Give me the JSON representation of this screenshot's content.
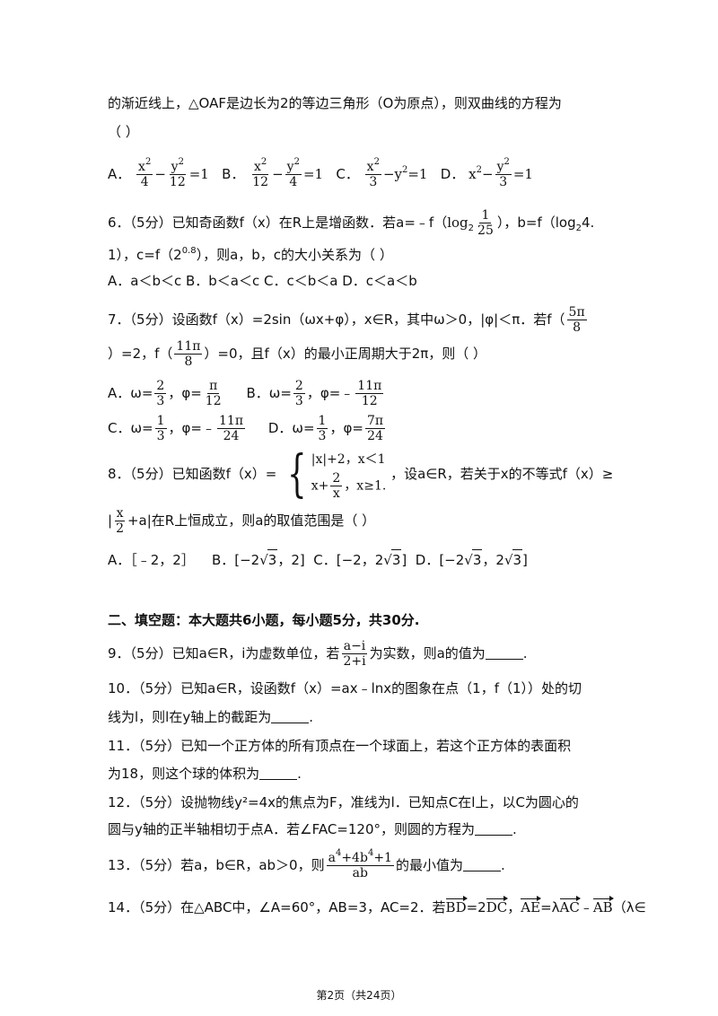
{
  "q5": {
    "cont": "的渐近线上，△OAF是边长为2的等边三角形（O为原点），则双曲线的方程为",
    "paren": "（        ）",
    "a": "A．",
    "b": "B．",
    "c": "C．",
    "d": "D．"
  },
  "q6": {
    "l1_pre": "6．（5分）已知奇函数f（x）在R上是增函数．若a=﹣f（",
    "l1_log": "log",
    "l1_sub": "2",
    "l1_mid": "），b=f（log",
    "l1_sub2": "2",
    "l1_end": "4.",
    "l2_pre": "1），c=f（2",
    "l2_sup": "0.8",
    "l2_end": "），则a，b，c的大小关系为（        ）",
    "options": "A．a＜b＜c B．b＜a＜c C．c＜b＜a D．c＜a＜b"
  },
  "q7": {
    "l1": "7．（5分）设函数f（x）=2sin（ωx+φ），x∈R，其中ω＞0，|φ|＜π．若f（",
    "l2_pre": "）=2，f（",
    "l2_end": "）=0，且f（x）的最小正周期大于2π，则（        ）",
    "a_pre": "A．ω=",
    "a_mid": "，φ=",
    "b_pre": "B．ω=",
    "b_mid": "，φ=﹣",
    "c_pre": "C．ω=",
    "c_mid": "，φ=﹣",
    "d_pre": "D．ω=",
    "d_mid": "，φ="
  },
  "q8": {
    "l1_pre": "8．（5分）已知函数f（x）=",
    "case1": "|x|+2，x＜1",
    "case2_pre": "x+",
    "case2_end": "，x≥1.",
    "l1_end": "，设a∈R，若关于x的不等式f（x）≥",
    "l2_end": "+a|在R上恒成立，则a的取值范围是（        ）",
    "a": "A．［﹣2，2］",
    "b": "B．[−2",
    "b_end": "，2]",
    "c": "C．[−2，2",
    "c_end": "]",
    "d": "D．[−2",
    "d_mid": "，2",
    "d_end": "]"
  },
  "section2": "二、填空题：本大题共6小题，每小题5分，共30分.",
  "q9": {
    "pre": "9．（5分）已知a∈R，i为虚数单位，若",
    "end": "为实数，则a的值为"
  },
  "q10": {
    "l1": "10．（5分）已知a∈R，设函数f（x）=ax﹣lnx的图象在点（1，f（1））处的切",
    "l2": "线为l，则l在y轴上的截距为"
  },
  "q11": {
    "l1": "11．（5分）已知一个正方体的所有顶点在一个球面上，若这个正方体的表面积",
    "l2": "为18，则这个球的体积为"
  },
  "q12": {
    "l1": "12．（5分）设抛物线y²=4x的焦点为F，准线为l．已知点C在l上，以C为圆心的",
    "l2": "圆与y轴的正半轴相切于点A．若∠FAC=120°，则圆的方程为"
  },
  "q13": {
    "pre": "13．（5分）若a，b∈R，ab＞0，则",
    "end": "的最小值为"
  },
  "q14": {
    "pre": "14．（5分）在△ABC中，∠A=60°，AB=3，AC=2．若",
    "mid1": "=2",
    "mid2": "，",
    "mid3": "=λ",
    "mid4": "﹣",
    "end": "（λ∈"
  },
  "footer": "第2页（共24页）"
}
